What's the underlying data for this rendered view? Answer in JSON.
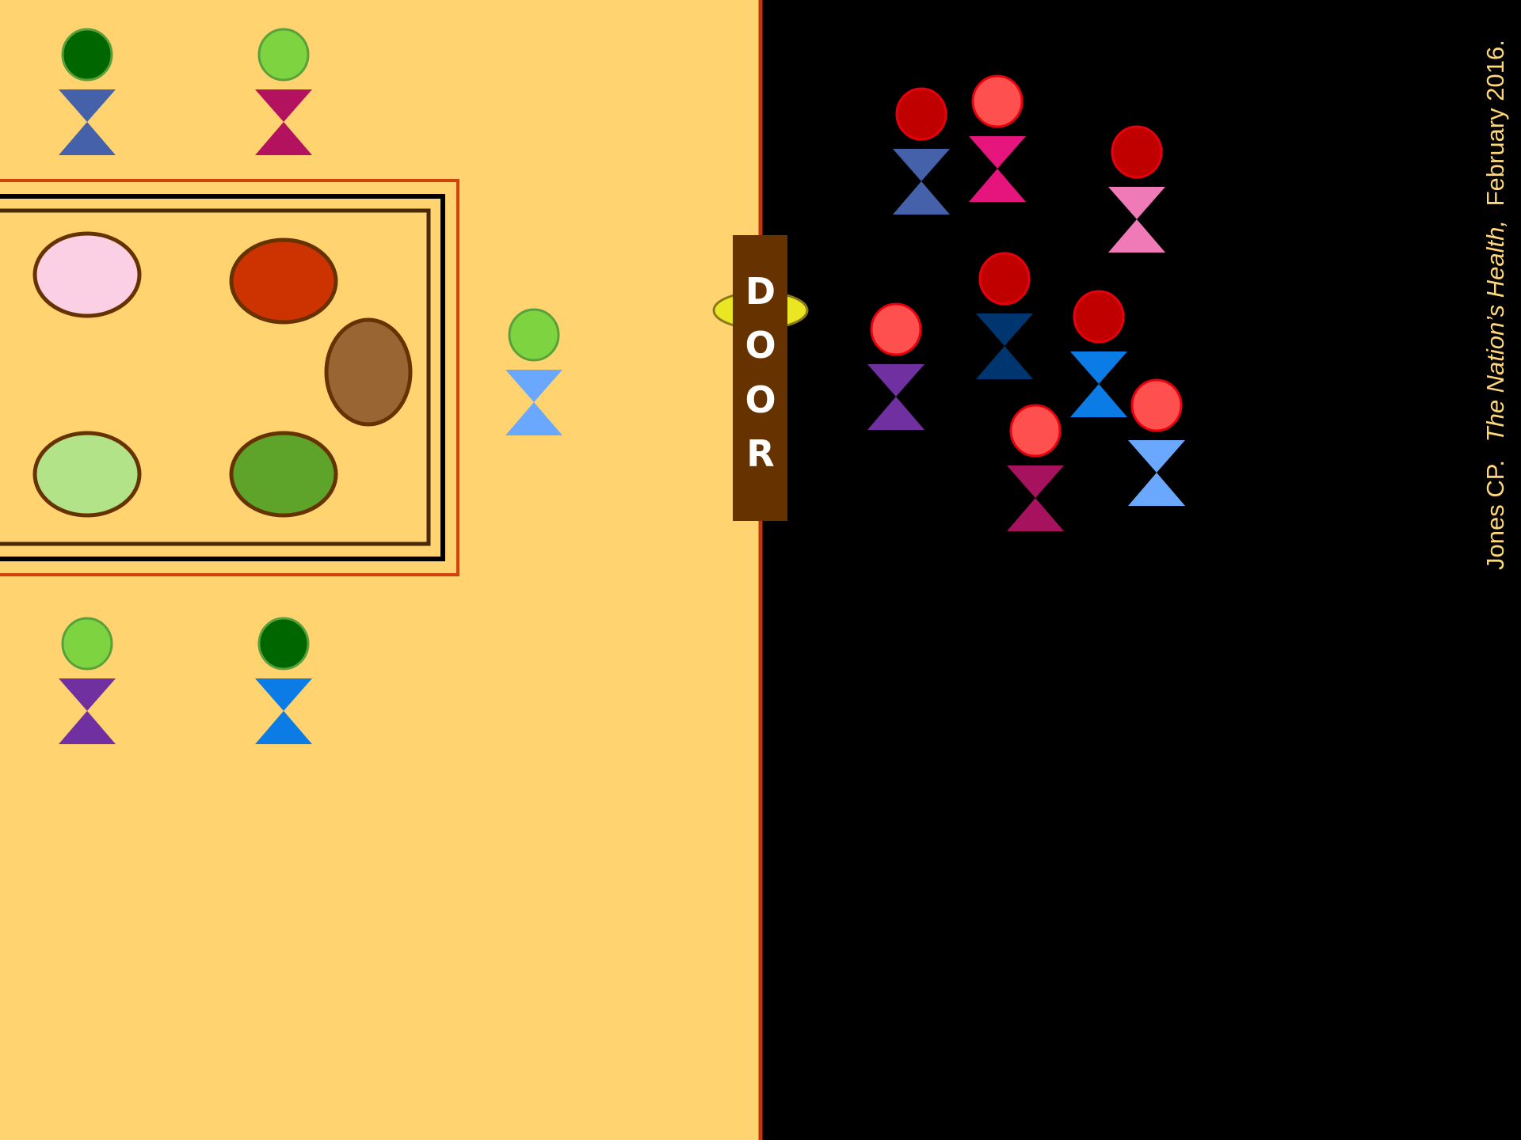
{
  "scene": {
    "inside_color": "#ffd470",
    "outside_color": "#000000",
    "wall_color": "#c0350a"
  },
  "door": {
    "letters": [
      "D",
      "O",
      "O",
      "R"
    ],
    "panel_color": "#663200",
    "knob_color": "#ebe624"
  },
  "table": {
    "outer_border_color": "#d2430c",
    "frame_color": "#000000",
    "inner_border_color": "#4a2a06",
    "plates": [
      {
        "name": "plate-pink",
        "color": "#fbcfe4"
      },
      {
        "name": "plate-red",
        "color": "#cc3300"
      },
      {
        "name": "plate-brown",
        "color": "#996633"
      },
      {
        "name": "plate-light-green",
        "color": "#b3e389"
      },
      {
        "name": "plate-green",
        "color": "#5ea32a"
      }
    ],
    "plate_outline_color": "#663300"
  },
  "people": {
    "inside_head_outline": "#5aa03a",
    "outside_head_outline": "#e8000b",
    "inside": [
      {
        "head": "#006600",
        "body": "#4461aa"
      },
      {
        "head": "#7dd340",
        "body": "#b2125e"
      },
      {
        "head": "#7dd340",
        "body": "#6aa8ff"
      },
      {
        "head": "#7dd340",
        "body": "#7030a0"
      },
      {
        "head": "#006600",
        "body": "#0b7ce6"
      }
    ],
    "outside": [
      {
        "head": "#c00000",
        "body": "#4461aa"
      },
      {
        "head": "#ff5050",
        "body": "#e5157d"
      },
      {
        "head": "#c00000",
        "body": "#f07ab8"
      },
      {
        "head": "#c00000",
        "body": "#00366f"
      },
      {
        "head": "#ff5050",
        "body": "#7030a0"
      },
      {
        "head": "#c00000",
        "body": "#0b7ce6"
      },
      {
        "head": "#ff5050",
        "body": "#6aa8ff"
      },
      {
        "head": "#ff5050",
        "body": "#a6125e"
      }
    ]
  },
  "citation": {
    "author": "Jones CP.",
    "journal": "The Nation’s Health,",
    "date": "February 2016."
  }
}
